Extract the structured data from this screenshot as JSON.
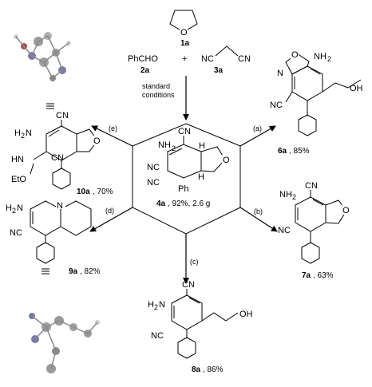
{
  "reactants": {
    "thf": {
      "code": "1a"
    },
    "aldehyde": {
      "formula": "PhCHO",
      "code": "2a"
    },
    "plus": "+",
    "malononitrile": {
      "code": "3a"
    }
  },
  "arrow_label": [
    "standard",
    "conditions"
  ],
  "center": {
    "code": "4a",
    "yield": ", 92%, 2.6 g"
  },
  "routes": [
    {
      "label": "(a)",
      "code": "6a",
      "yield": ", 85%"
    },
    {
      "label": "(b)",
      "code": "7a",
      "yield": ", 63%"
    },
    {
      "label": "(c)",
      "code": "8a",
      "yield": ", 86%"
    },
    {
      "label": "(d)",
      "code": "9a",
      "yield": ", 82%"
    },
    {
      "label": "(e)",
      "code": "10a",
      "yield": ", 70%"
    }
  ],
  "atoms": {
    "CN": "CN",
    "NC": "NC",
    "NH2": "NH",
    "H2N_a": "H",
    "H2N_b": "N",
    "H": "H",
    "Ph": "Ph",
    "O": "O",
    "N": "N",
    "OH": "OH",
    "HN": "HN",
    "EtO": "EtO",
    "sub2": "2"
  }
}
